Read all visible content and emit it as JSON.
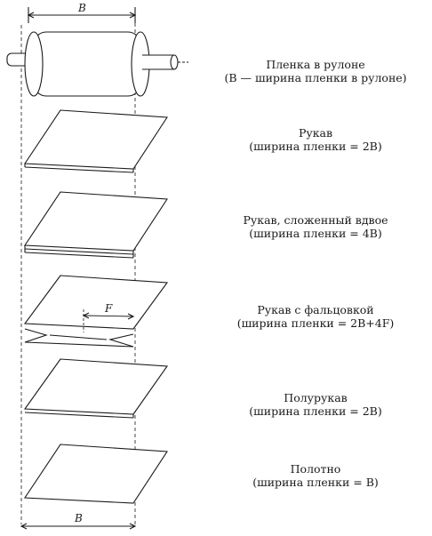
{
  "dimensions": {
    "b_top": "B",
    "b_bottom": "B",
    "f_label": "F"
  },
  "items": [
    {
      "title": "Пленка в рулоне",
      "subtitle": "(B — ширина пленки в рулоне)"
    },
    {
      "title": "Рукав",
      "subtitle": "(ширина пленки = 2B)"
    },
    {
      "title": "Рукав, сложенный вдвое",
      "subtitle": "(ширина пленки = 4B)"
    },
    {
      "title": "Рукав с фальцовкой",
      "subtitle": "(ширина пленки = 2B+4F)"
    },
    {
      "title": "Полурукав",
      "subtitle": "(ширина пленки = 2B)"
    },
    {
      "title": "Полотно",
      "subtitle": "(ширина пленки = B)"
    }
  ]
}
